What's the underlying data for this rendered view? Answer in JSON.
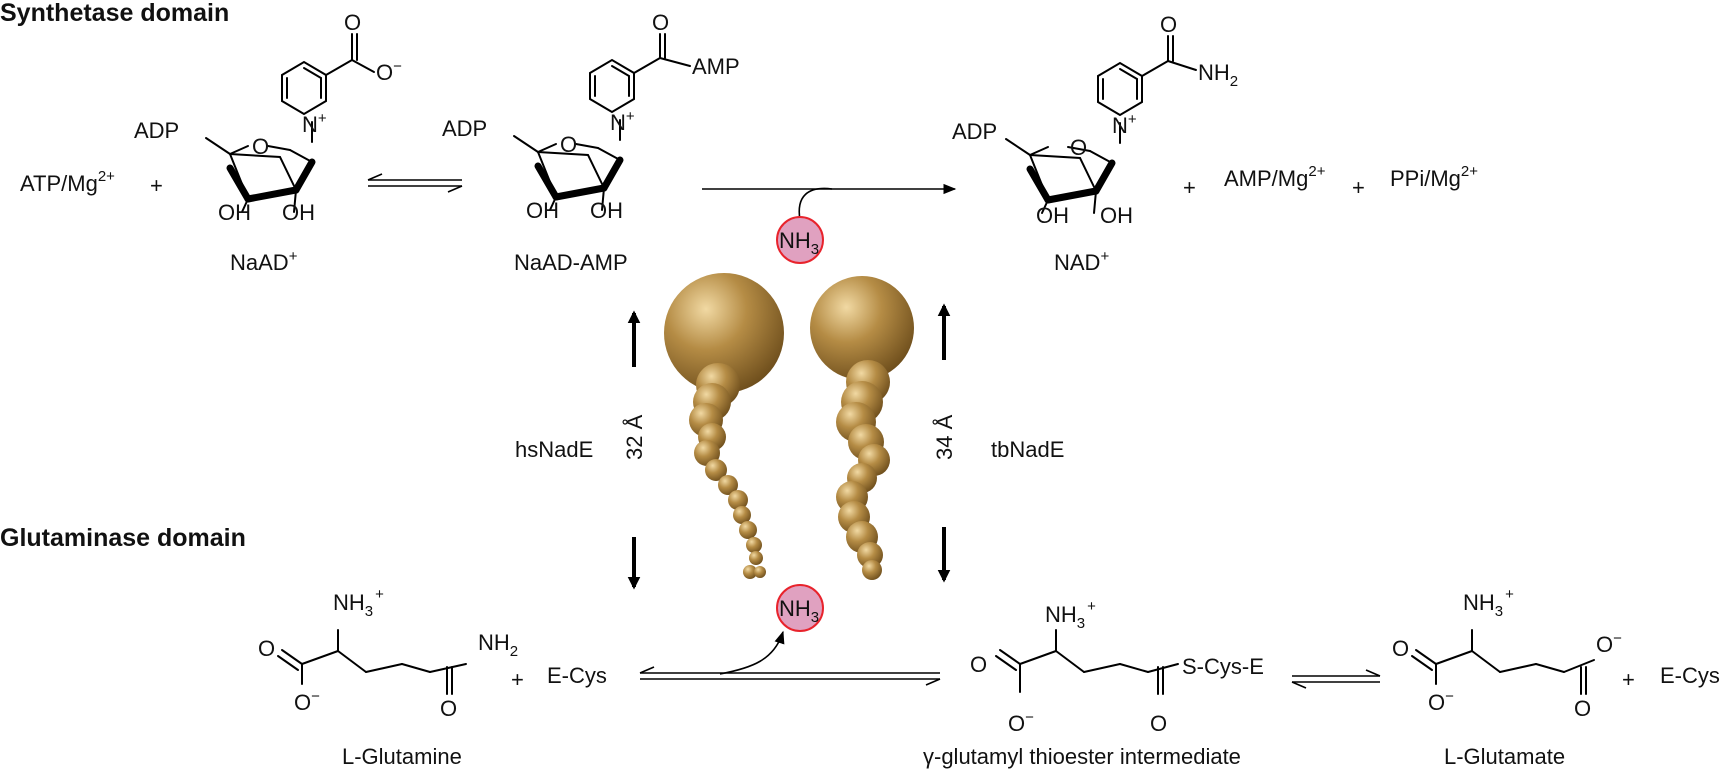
{
  "sections": {
    "synthetase": "Synthetase domain",
    "glutaminase": "Glutaminase domain"
  },
  "synthetase_row": {
    "atp": "ATP/Mg",
    "atp_sup": "2+",
    "plus": "+",
    "naad_name": "NaAD",
    "naad_sup": "+",
    "naad_amp_name": "NaAD-AMP",
    "nad_name": "NAD",
    "nad_sup": "+",
    "amp": "AMP/Mg",
    "amp_sup": "2+",
    "ppi": "PPi/Mg",
    "ppi_sup": "2+"
  },
  "atoms": {
    "adp": "ADP",
    "o": "O",
    "oh": "OH",
    "n": "N",
    "nplus": "+",
    "ominus": "−",
    "amp": "AMP",
    "nh": "NH",
    "nh2_sub": "2",
    "nh3_sub": "3",
    "nh3_sup": "+"
  },
  "tunnel": {
    "human_label": "hsNadE",
    "human_length": "32 Å",
    "tb_label": "tbNadE",
    "tb_length": "34 Å",
    "color": "#a37f3e"
  },
  "ammonia": {
    "label": "NH",
    "sub": "3",
    "fill": "#e0a1c0",
    "stroke": "#e8232c"
  },
  "glutaminase_row": {
    "glutamine_name": "L-Glutamine",
    "ecys": "E-Cys",
    "plus": "+",
    "thioester_name": "γ-glutamyl thioester intermediate",
    "scys": "S-Cys-E",
    "glutamate_name": "L-Glutamate"
  }
}
